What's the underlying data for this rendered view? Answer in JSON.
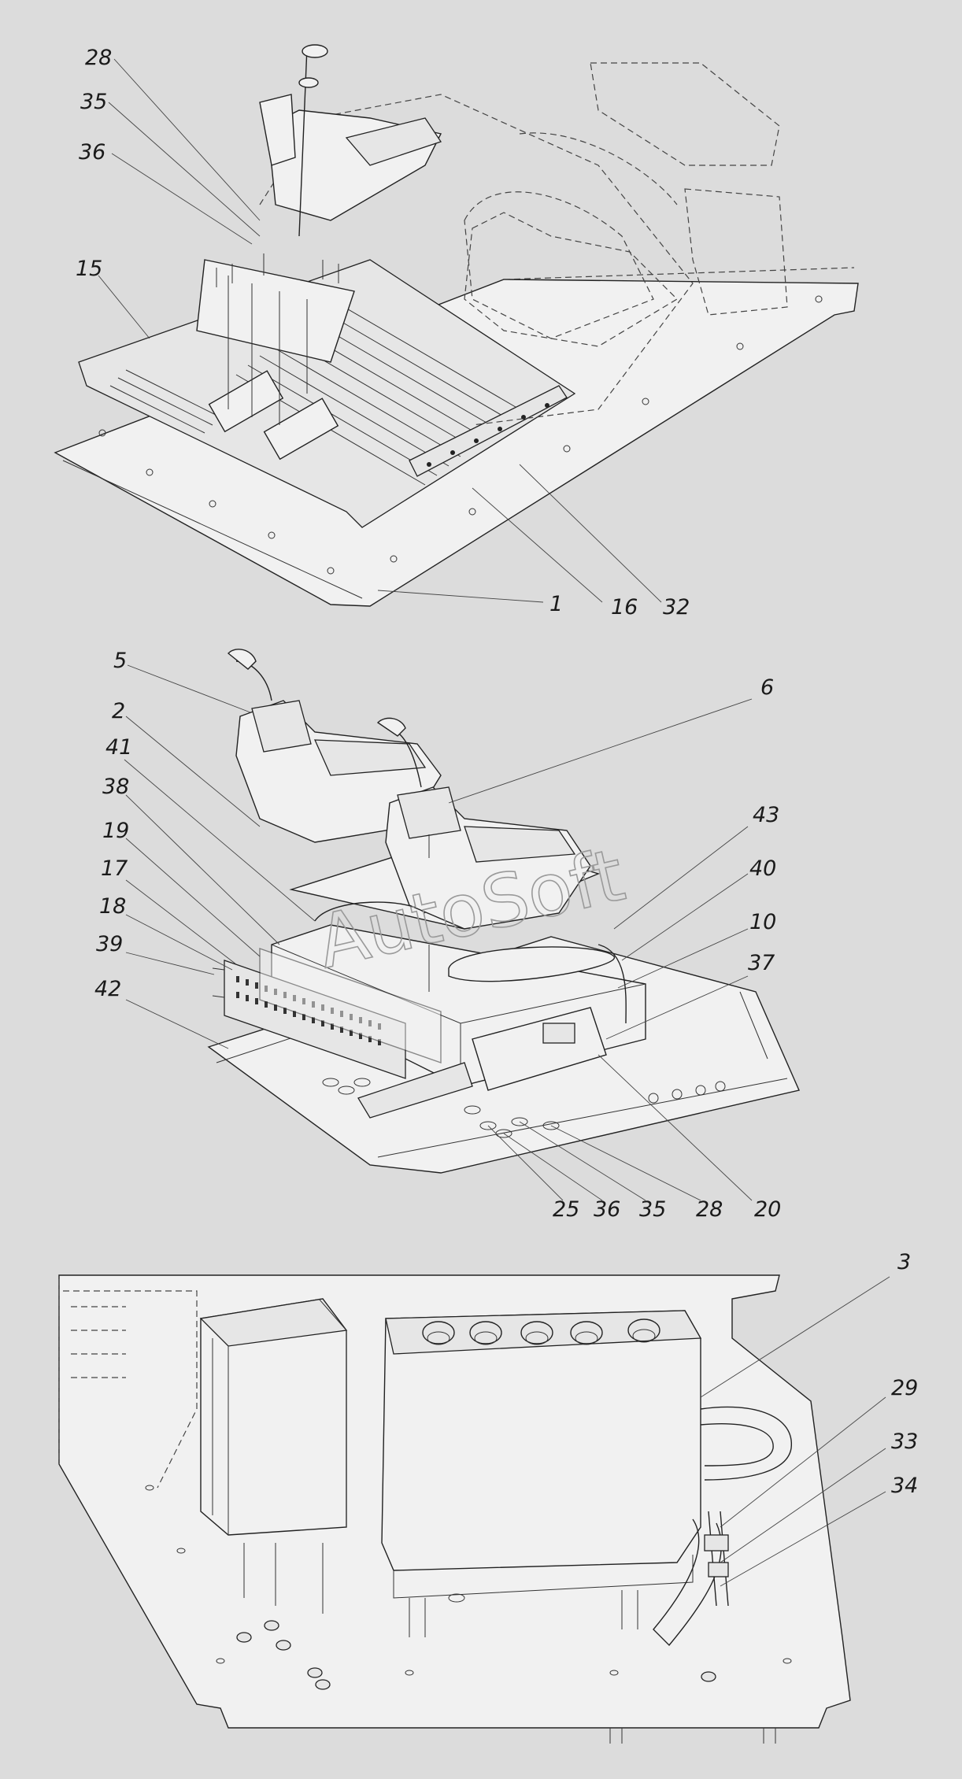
{
  "watermark": "AutoSoft",
  "views": [
    {
      "name": "view-1-floor-assembly",
      "callouts": [
        {
          "id": "28",
          "text": "28"
        },
        {
          "id": "35",
          "text": "35"
        },
        {
          "id": "36",
          "text": "36"
        },
        {
          "id": "15",
          "text": "15"
        },
        {
          "id": "1",
          "text": "1"
        },
        {
          "id": "16",
          "text": "16"
        },
        {
          "id": "32",
          "text": "32"
        }
      ]
    },
    {
      "name": "view-2-console-assembly",
      "callouts": [
        {
          "id": "5",
          "text": "5"
        },
        {
          "id": "2",
          "text": "2"
        },
        {
          "id": "41",
          "text": "41"
        },
        {
          "id": "38",
          "text": "38"
        },
        {
          "id": "19",
          "text": "19"
        },
        {
          "id": "17",
          "text": "17"
        },
        {
          "id": "18",
          "text": "18"
        },
        {
          "id": "39",
          "text": "39"
        },
        {
          "id": "42",
          "text": "42"
        },
        {
          "id": "6",
          "text": "6"
        },
        {
          "id": "43",
          "text": "43"
        },
        {
          "id": "40",
          "text": "40"
        },
        {
          "id": "10",
          "text": "10"
        },
        {
          "id": "37",
          "text": "37"
        },
        {
          "id": "25",
          "text": "25"
        },
        {
          "id": "36b",
          "text": "36"
        },
        {
          "id": "35b",
          "text": "35"
        },
        {
          "id": "28b",
          "text": "28"
        },
        {
          "id": "20",
          "text": "20"
        }
      ]
    },
    {
      "name": "view-3-heater-assembly",
      "callouts": [
        {
          "id": "3",
          "text": "3"
        },
        {
          "id": "29",
          "text": "29"
        },
        {
          "id": "33",
          "text": "33"
        },
        {
          "id": "34",
          "text": "34"
        }
      ]
    }
  ]
}
